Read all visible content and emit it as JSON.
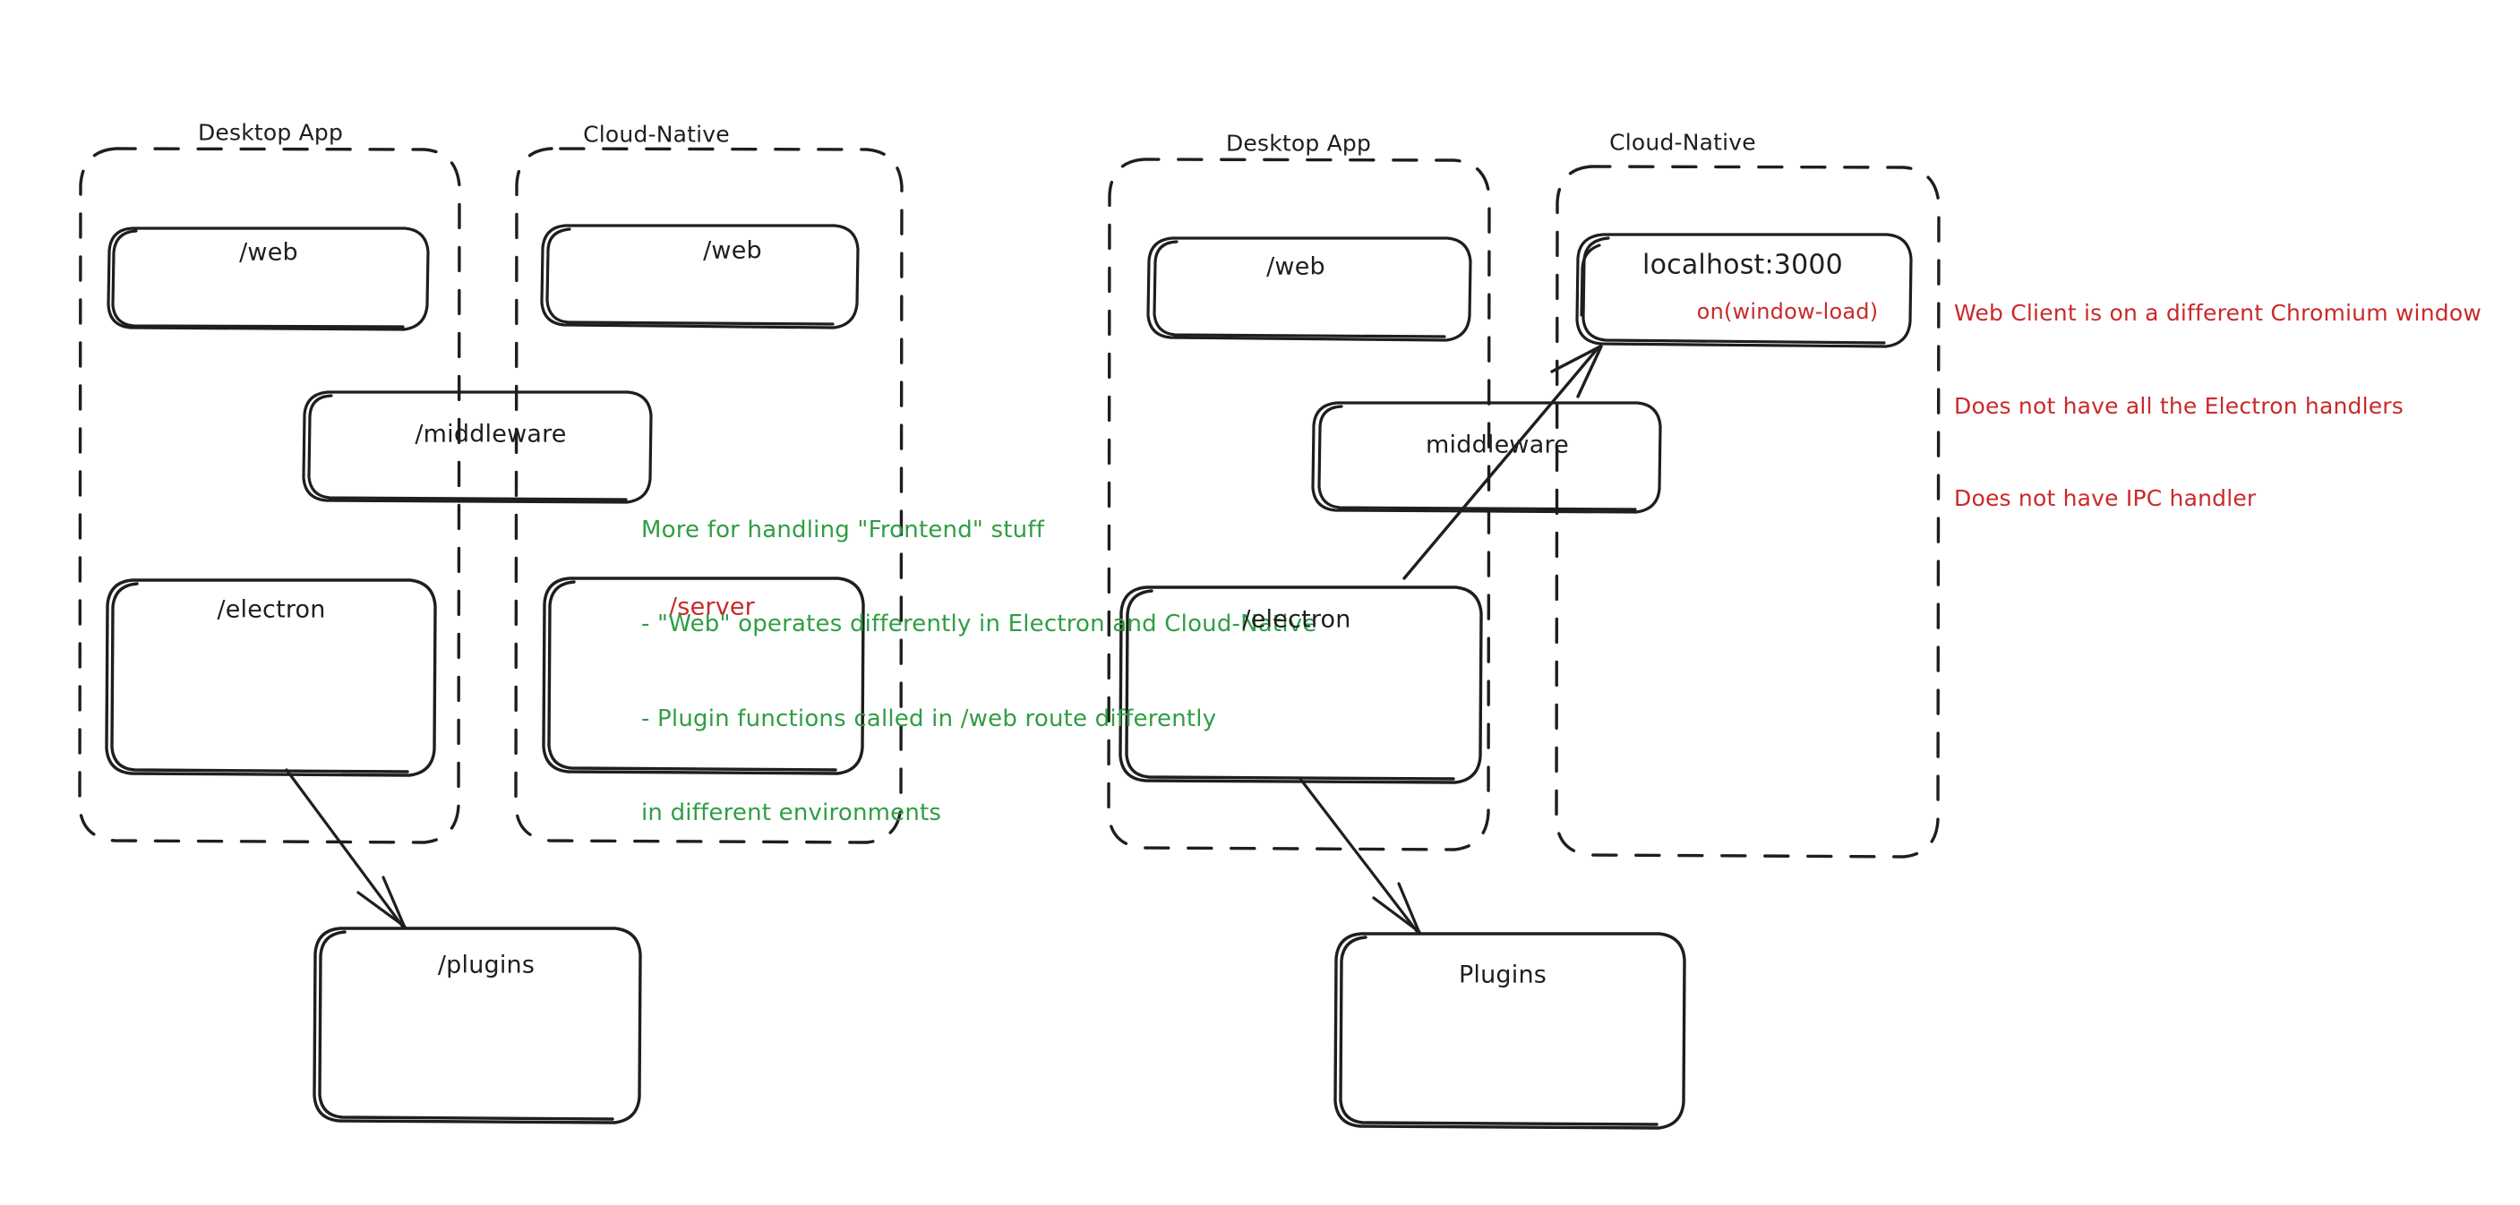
{
  "diagram": {
    "title_hint": "Electron Desktop App vs Cloud-Native architecture comparison",
    "background": "#ffffff",
    "ink_color": "#1e1e1e",
    "green_color": "#2f9e44",
    "red_color": "#c92a2a"
  },
  "left_diagram": {
    "groups": [
      {
        "name": "desktop-app",
        "title": "Desktop App"
      },
      {
        "name": "cloud-native",
        "title": "Cloud-Native"
      }
    ],
    "boxes": [
      {
        "name": "web-desktop",
        "label": "/web",
        "color": "#1e1e1e"
      },
      {
        "name": "web-cloud",
        "label": "/web",
        "color": "#1e1e1e"
      },
      {
        "name": "middleware",
        "label": "/middleware",
        "color": "#1e1e1e"
      },
      {
        "name": "electron",
        "label": "/electron",
        "color": "#1e1e1e"
      },
      {
        "name": "server",
        "label": "/server",
        "color": "#c92a2a"
      },
      {
        "name": "plugins",
        "label": "/plugins",
        "color": "#1e1e1e"
      }
    ],
    "arrows": [
      {
        "name": "electron-to-plugins",
        "from": "electron",
        "to": "plugins"
      }
    ],
    "note": {
      "name": "frontend-note",
      "color": "#2f9e44",
      "lines": [
        "More for handling \"Frontend\" stuff",
        "- \"Web\" operates differently in Electron and Cloud-Native",
        "- Plugin functions called in /web route differently",
        "in different environments"
      ]
    }
  },
  "right_diagram": {
    "groups": [
      {
        "name": "desktop-app",
        "title": "Desktop App"
      },
      {
        "name": "cloud-native",
        "title": "Cloud-Native"
      }
    ],
    "boxes": [
      {
        "name": "web-desktop",
        "label": "/web",
        "color": "#1e1e1e"
      },
      {
        "name": "localhost",
        "label": "localhost:3000",
        "sublabel": "on(window-load)",
        "color": "#1e1e1e",
        "sub_color": "#c92a2a"
      },
      {
        "name": "middleware",
        "label": "middleware",
        "color": "#1e1e1e"
      },
      {
        "name": "electron",
        "label": "/electron",
        "color": "#1e1e1e"
      },
      {
        "name": "plugins",
        "label": "Plugins",
        "color": "#1e1e1e"
      }
    ],
    "arrows": [
      {
        "name": "electron-to-localhost",
        "from": "electron",
        "to": "localhost"
      },
      {
        "name": "electron-to-plugins",
        "from": "electron",
        "to": "plugins"
      }
    ],
    "note": {
      "name": "web-client-note",
      "color": "#c92a2a",
      "lines": [
        "Web Client is on a different Chromium window",
        "Does not have all the Electron handlers",
        "Does not have IPC handler"
      ]
    }
  }
}
